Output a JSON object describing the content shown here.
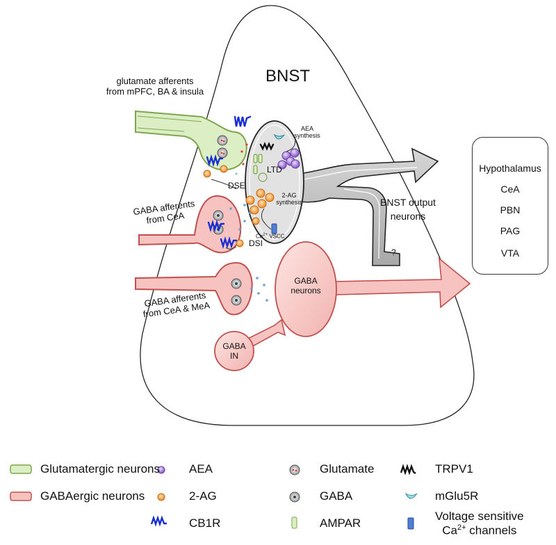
{
  "diagram": {
    "title": "BNST",
    "glut_afferents": [
      "glutamate afferents",
      "from mPFC, BA & insula"
    ],
    "gaba_afferents_cea": [
      "GABA afferents",
      "from CeA"
    ],
    "gaba_afferents_cea_mea": [
      "GABA afferents",
      "from CeA & MeA"
    ],
    "aea_synthesis": [
      "AEA",
      "synthesis"
    ],
    "ltd": "LTD",
    "two_ag_synthesis": [
      "2-AG",
      "synthesis"
    ],
    "ca": "Ca",
    "ca_sup": "2+",
    "vscc": "VSCC",
    "dse": "DSE",
    "dsi": "DSI",
    "bnst_output": [
      "BNST output",
      "neurons"
    ],
    "question": "?",
    "gaba_neurons": [
      "GABA",
      "neurons"
    ],
    "gaba_in": [
      "GABA",
      "IN"
    ]
  },
  "targets": [
    "Hypothalamus",
    "CeA",
    "PBN",
    "PAG",
    "VTA"
  ],
  "legend": {
    "glutamatergic": "Glutamatergic neurons",
    "gabaergic": "GABAergic neurons",
    "aea": "AEA",
    "two_ag": "2-AG",
    "cb1r": "CB1R",
    "glutamate": "Glutamate",
    "gaba": "GABA",
    "ampar": "AMPAR",
    "trpv1": "TRPV1",
    "mglu5r": "mGlu5R",
    "vscc_line1": "Voltage sensitive",
    "vscc_line2_main": "Ca",
    "vscc_line2_sup": "2+",
    "vscc_line2_rest": " channels"
  },
  "colors": {
    "glut_fill": "#dcefc4",
    "glut_stroke": "#7da54c",
    "gaba_fill": "#f6c3c0",
    "gaba_stroke": "#c0504d",
    "output_fill": "#bdbdbd",
    "output_stroke": "#222222",
    "cb1r": "#1a2fd1",
    "two_ag": "#f29a3a",
    "aea": "#9a6fd1",
    "mglu5r": "#9fdbe6",
    "vscc": "#4f7fd4"
  }
}
